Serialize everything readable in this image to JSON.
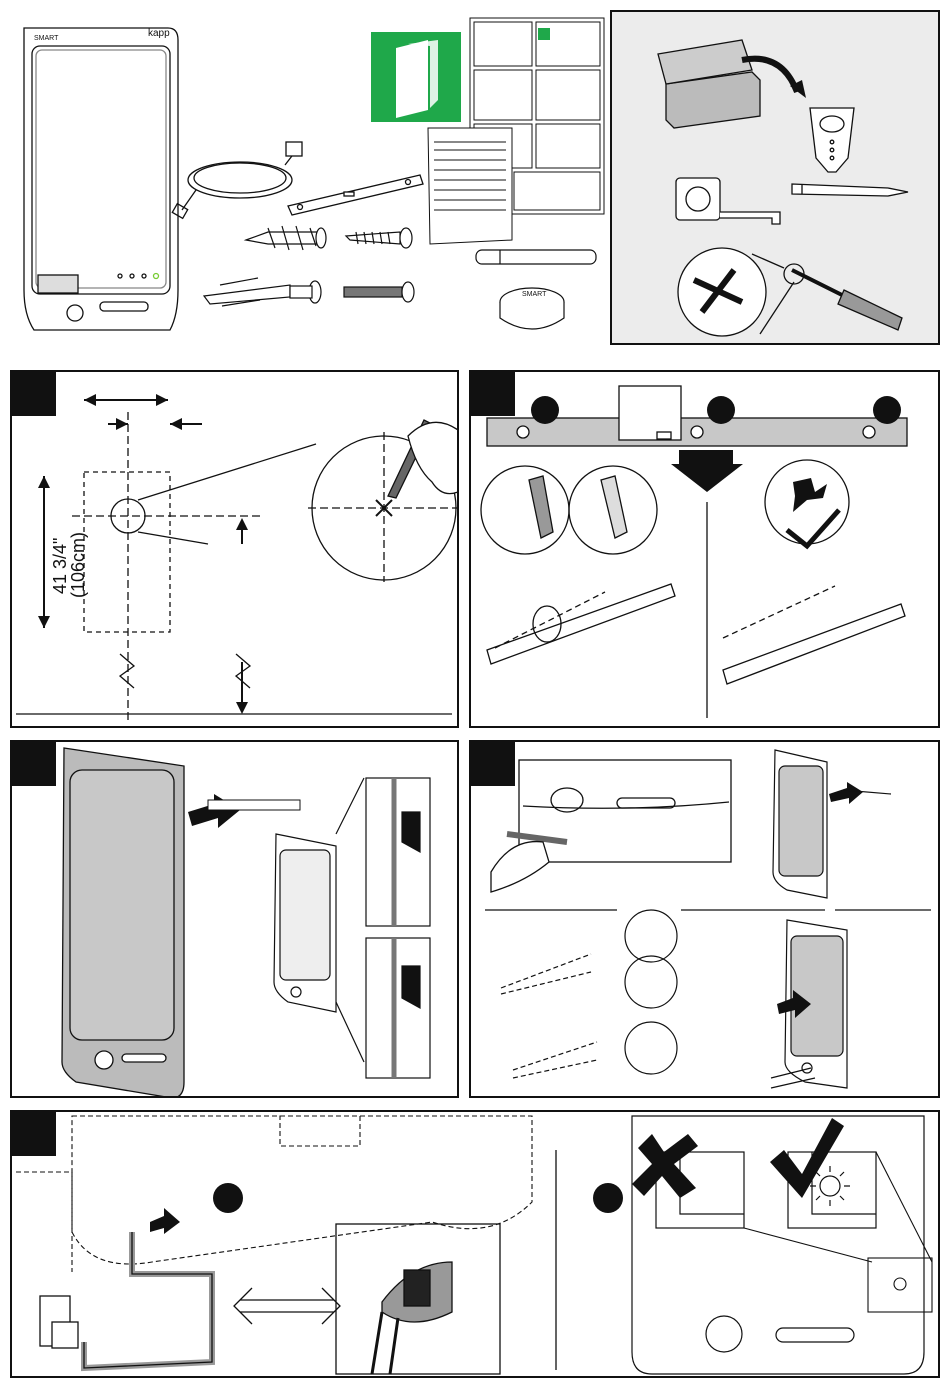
{
  "device": {
    "brand_label": "kapp",
    "logo_text": "SMART"
  },
  "step1": {
    "height_label_line1": "41 3/4\"",
    "height_label_line2": "(106cm)"
  },
  "colors": {
    "ink": "#111111",
    "panel_gray": "#c8c8c8",
    "kit_box_bg": "#ececec",
    "brand_green": "#1fa84a"
  },
  "icons": {
    "x_mark": "cross-icon",
    "check_mark": "check-icon",
    "arrow": "arrow-icon",
    "app_logo": "smart-kapp-app-icon"
  }
}
